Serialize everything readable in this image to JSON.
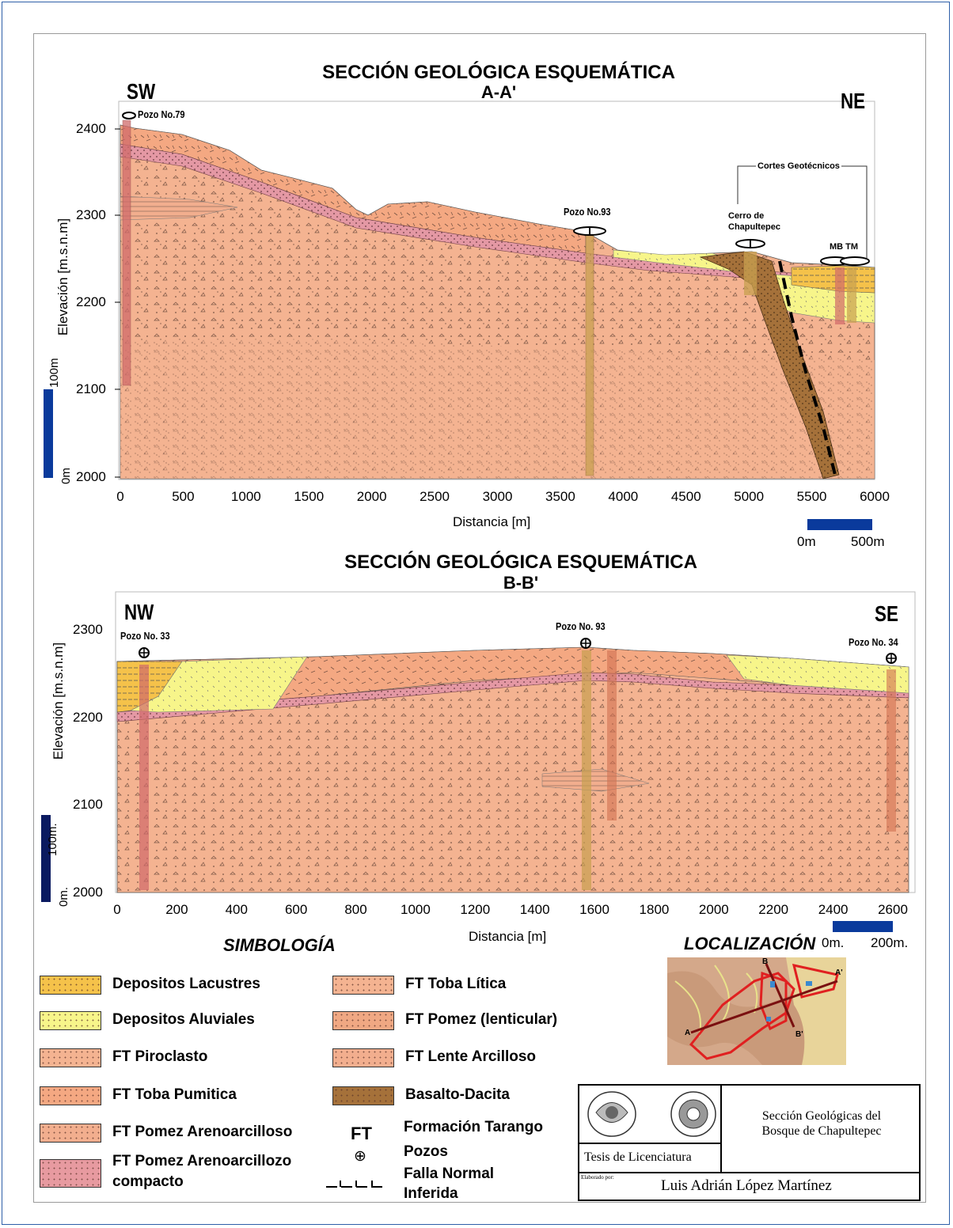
{
  "section_a": {
    "title": "SECCIÓN GEOLÓGICA ESQUEMÁTICA",
    "subtitle": "A-A'",
    "dir_left": "SW",
    "dir_right": "NE",
    "y_label": "Elevación [m.s.n.m]",
    "x_label": "Distancia [m]",
    "y_ticks": [
      "2400",
      "2300",
      "2200",
      "2100",
      "2000"
    ],
    "x_ticks": [
      "0",
      "500",
      "1000",
      "1500",
      "2000",
      "2500",
      "3000",
      "3500",
      "4000",
      "4500",
      "5000",
      "5500",
      "6000"
    ],
    "wells": [
      "Pozo No.79",
      "Pozo No.93"
    ],
    "cerro": "Cerro de",
    "cerro2": "Chapultepec",
    "cortes": "Cortes Geotécnicos",
    "mb_tm": "MB TM",
    "vscale_top": "100m",
    "vscale_bottom": "0m",
    "hscale_left": "0m",
    "hscale_right": "500m"
  },
  "section_b": {
    "title": "SECCIÓN GEOLÓGICA ESQUEMÁTICA",
    "subtitle": "B-B'",
    "dir_left": "NW",
    "dir_right": "SE",
    "y_label": "Elevación [m.s.n.m]",
    "x_label": "Distancia [m]",
    "y_ticks": [
      "2300",
      "2200",
      "2100",
      "2000"
    ],
    "x_ticks": [
      "0",
      "200",
      "400",
      "600",
      "800",
      "1000",
      "1200",
      "1400",
      "1600",
      "1800",
      "2000",
      "2200",
      "2400",
      "2600"
    ],
    "wells": [
      "Pozo No. 33",
      "Pozo No. 93",
      "Pozo No. 34"
    ],
    "vscale_top": "100m.",
    "vscale_bottom": "0m.",
    "hscale_left": "0m.",
    "hscale_right": "200m."
  },
  "legend": {
    "heading": "SIMBOLOGÍA",
    "items": [
      {
        "label": "Depositos Lacustres",
        "color": "#f5c24a"
      },
      {
        "label": "Depositos Aluviales",
        "color": "#f7f58a"
      },
      {
        "label": "FT Piroclasto",
        "color": "#f4b391"
      },
      {
        "label": "FT Toba Pumitica",
        "color": "#f4a882"
      },
      {
        "label": "FT Pomez Arenoarcilloso",
        "color": "#f2ae8e"
      },
      {
        "label": "FT Pomez Arenoarcillozo",
        "label2": "compacto",
        "color": "#e79aa0"
      },
      {
        "label": "FT Toba Lítica",
        "color": "#f4b391"
      },
      {
        "label": "FT Pomez (lenticular)",
        "color": "#f0a883"
      },
      {
        "label": "FT  Lente Arcilloso",
        "color": "#f2ae8e"
      },
      {
        "label": "Basalto-Dacita",
        "color": "#a5713a"
      }
    ],
    "ft_symbol": "FT",
    "ft_label": "Formación Tarango",
    "well_symbol": "⊕",
    "well_label": "Pozos",
    "fault_label": "Falla Normal",
    "fault_label2": "Inferida"
  },
  "location": {
    "heading": "LOCALIZACIÓN"
  },
  "title_block": {
    "project": "Sección Geológicas del",
    "project2": "Bosque de Chapultepec",
    "degree": "Tesis de Licenciatura",
    "prepared_by_label": "Elaborado por:",
    "author": "Luis Adrián López Martínez"
  }
}
